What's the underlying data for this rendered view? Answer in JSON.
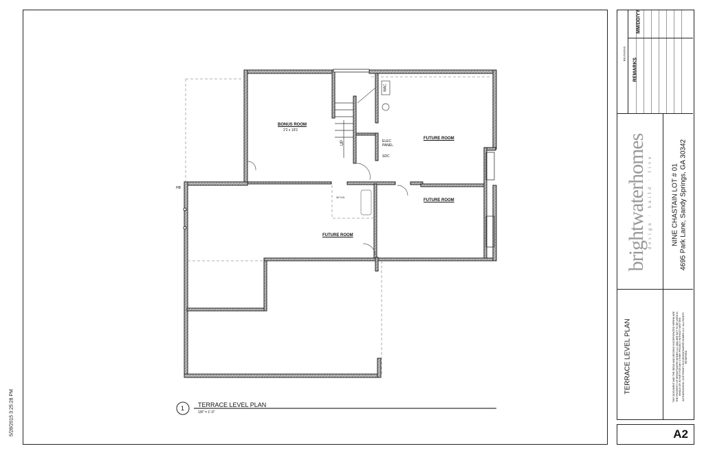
{
  "timestamp": "5/28/2015 3:25:28 PM",
  "plan": {
    "rooms": [
      {
        "label": "BONUS ROOM",
        "dims": "2'2 x 19'2"
      },
      {
        "label": "FUTURE ROOM"
      },
      {
        "label": "FUTURE ROOM"
      },
      {
        "label": "FUTURE ROOM"
      }
    ],
    "labels": {
      "up": "UP",
      "elec_panel": "ELEC PANEL",
      "sdc": "SDC",
      "wac": "WAC",
      "hb": "HB",
      "vanity": "30\"V.B."
    }
  },
  "drawing_title": {
    "number": "1",
    "title": "TERRACE LEVEL PLAN",
    "scale": "1/8\" = 1'-0\""
  },
  "title_block": {
    "revisions_label": "REVISIONS",
    "remarks_header": "REMARKS",
    "date_header": "MM/DD/YY",
    "logo_main": "brightwaterhomes",
    "logo_tagline": "design · build · live",
    "project_name": "NINE CHASTAIN LOT # 01",
    "project_address": "4695 Park Lane, Sandy Springs, GA 30342",
    "sheet_title": "TERRACE LEVEL PLAN",
    "notes": "THIS DOCUMENT AND THE IDEAS AND DESIGNS INCORPORATED HEREIN ARE THE PROPERTY OF BRIGHTWATER HOMES LLC AND ARE NOT TO BE USED IN WHOLE OR IN PART FOR ANY OTHER PROJECT WITHOUT WRITTEN AUTHORIZATION. COPYRIGHT 2015 BRIGHTWATER HOMES LLC. ALL RIGHTS RESERVED.",
    "sheet_number": "A2"
  }
}
